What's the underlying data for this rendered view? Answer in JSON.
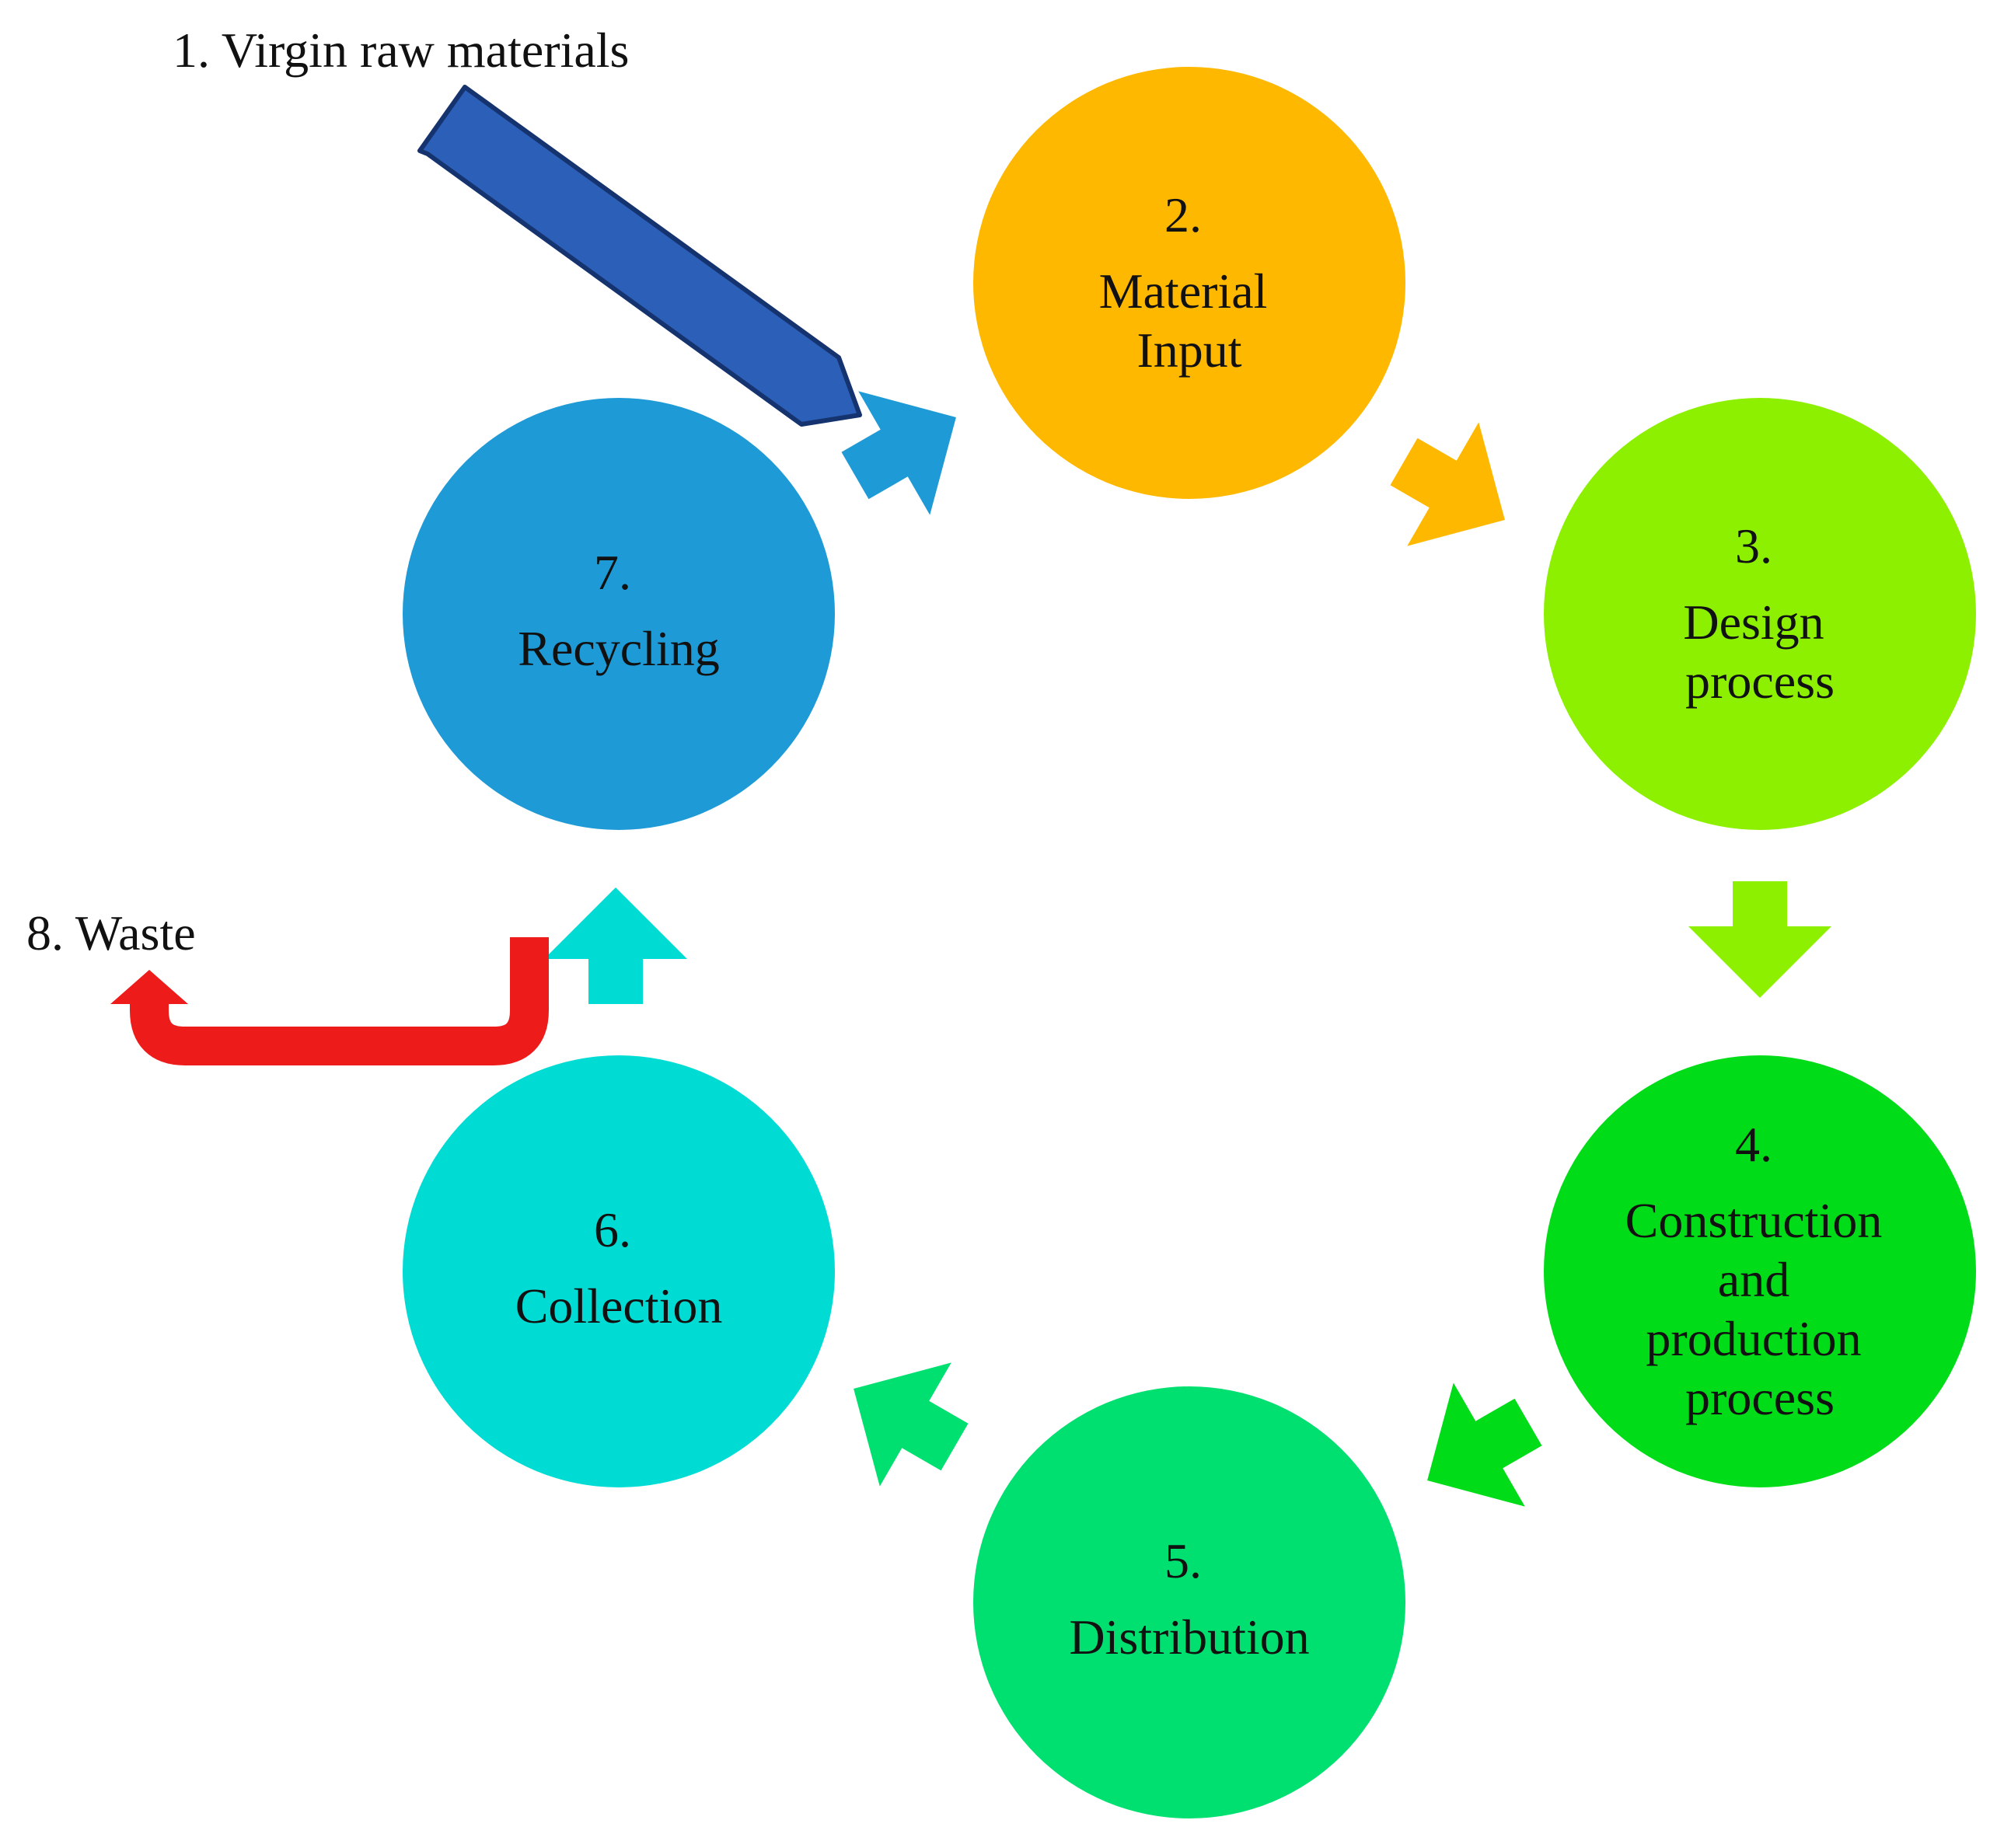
{
  "external": {
    "virgin": {
      "label": "1. Virgin raw materials",
      "color": "#2c5fb8",
      "edge": "#15336e"
    },
    "waste": {
      "label": "8. Waste",
      "color": "#ee1b1b"
    }
  },
  "nodes": [
    {
      "number": "2.",
      "lines": [
        "Material",
        "Input"
      ],
      "color": "#ffb800"
    },
    {
      "number": "3.",
      "lines": [
        "Design",
        "process"
      ],
      "color": "#8cf000"
    },
    {
      "number": "4.",
      "lines": [
        "Construction",
        "and",
        "production",
        "process"
      ],
      "color": "#00dc18"
    },
    {
      "number": "5.",
      "lines": [
        "Distribution"
      ],
      "color": "#00e070"
    },
    {
      "number": "6.",
      "lines": [
        "Collection"
      ],
      "color": "#00dcd4"
    },
    {
      "number": "7.",
      "lines": [
        "Recycling"
      ],
      "color": "#1e9ad6"
    }
  ],
  "flow_arrows": [
    {
      "from": "2.",
      "to": "3.",
      "color": "#ffb800"
    },
    {
      "from": "3.",
      "to": "4.",
      "color": "#8cf000"
    },
    {
      "from": "4.",
      "to": "5.",
      "color": "#00dc18"
    },
    {
      "from": "5.",
      "to": "6.",
      "color": "#00e070"
    },
    {
      "from": "6.",
      "to": "7.",
      "color": "#00dcd4"
    },
    {
      "from": "7.",
      "to": "2.",
      "color": "#1e9ad6"
    }
  ]
}
